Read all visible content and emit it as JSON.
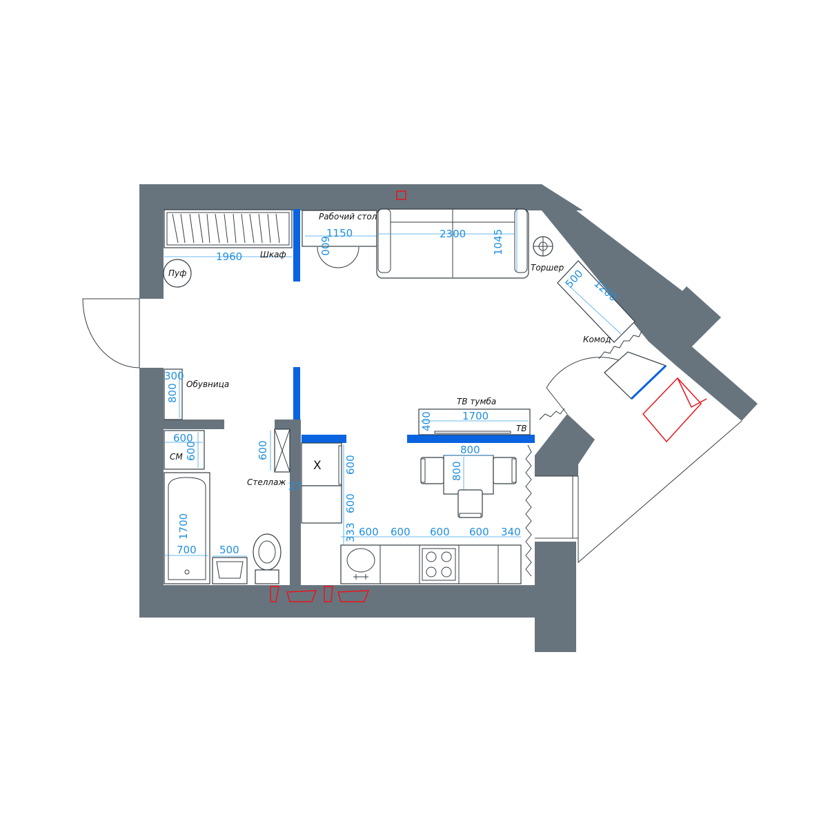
{
  "colors": {
    "wall": "#68747d",
    "partition": "#0a63e0",
    "dimension": "#1e8fe0",
    "marker": "#e8141c"
  },
  "labels": {
    "desk": "Рабочий стол",
    "wardrobe": "Шкаф",
    "pouf": "Пуф",
    "floor_lamp": "Торшер",
    "dresser": "Комод",
    "shoe_rack": "Обувница",
    "washer": "СМ",
    "shelving": "Стеллаж",
    "tv_stand": "ТВ тумба",
    "tv": "ТВ",
    "cross": "X"
  },
  "dimensions": {
    "desk_depth": "600",
    "desk_width": "1150",
    "sofa_width": "2300",
    "sofa_depth": "1045",
    "wardrobe_width": "1960",
    "dresser_depth": "500",
    "dresser_width": "1200",
    "shoe_depth": "300",
    "shoe_width": "800",
    "washer_width": "600",
    "washer_depth": "600",
    "bath_length": "1700",
    "bath_width": "700",
    "sink_width": "500",
    "shelf_height": "600",
    "shelf_depth": "270",
    "tv_depth": "400",
    "tv_width": "1700",
    "table_width": "800",
    "table_depth": "800",
    "kitchen_col_1": "600",
    "kitchen_col_2": "600",
    "kitchen_col_3": "333",
    "kitchen_row_1": "600",
    "kitchen_row_2": "600",
    "kitchen_row_3": "600",
    "kitchen_row_4": "600",
    "kitchen_row_5": "340"
  }
}
